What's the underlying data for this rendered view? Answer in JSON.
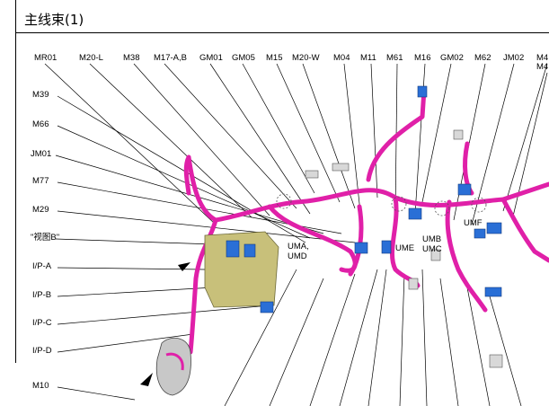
{
  "title": "主线束(1)",
  "top_labels": [
    "MR01",
    "M20-L",
    "M38",
    "M17-A,B",
    "GM01",
    "GM05",
    "M15",
    "M20-W",
    "M04",
    "M11",
    "M61",
    "M16",
    "GM02",
    "M62",
    "JM02",
    "M4",
    "M4"
  ],
  "left_labels": [
    "M39",
    "M66",
    "JM01",
    "M77",
    "M29",
    "\"视图B\"",
    "I/P-A",
    "I/P-B",
    "I/P-C",
    "I/P-D",
    "M10"
  ],
  "inline_labels": [
    "UMA,",
    "UMD",
    "UME",
    "UMB",
    "UMC",
    "UMF"
  ],
  "colors": {
    "harness": "#e020a8",
    "connector": "#2a6fd6",
    "bracket": "#c8c07a",
    "line": "#000000"
  }
}
